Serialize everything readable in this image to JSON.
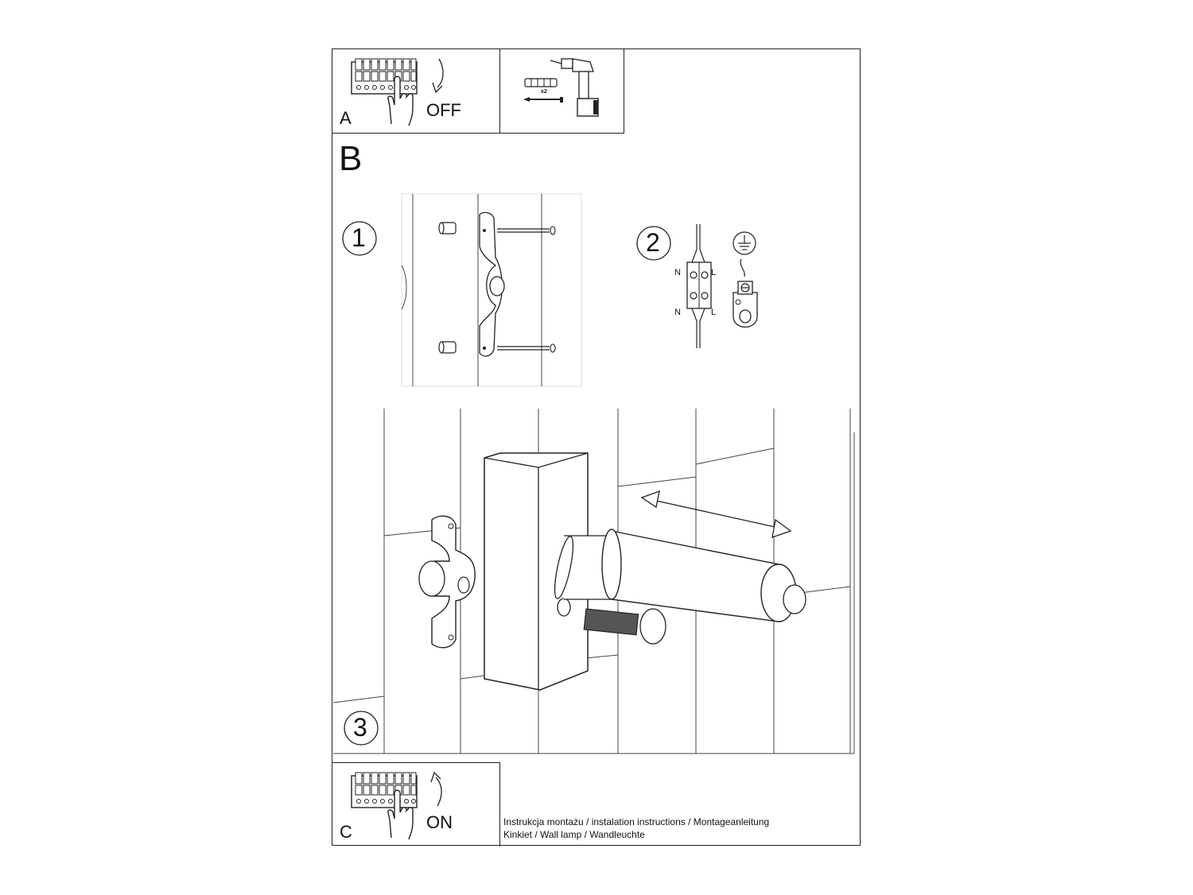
{
  "section_a": {
    "label": "A",
    "switch_state": "OFF",
    "count_label": "x2"
  },
  "section_b": {
    "label": "B",
    "step1": "1",
    "step2": "2",
    "step3": "3",
    "terminal_n_top": "N",
    "terminal_l_top": "L",
    "terminal_n_bottom": "N",
    "terminal_l_bottom": "L"
  },
  "section_c": {
    "label": "C",
    "switch_state": "ON"
  },
  "footer": {
    "line1": "Instrukcja montażu / instalation instructions / Montageanleitung",
    "line2": "Kinkiet / Wall lamp / Wandleuchte"
  },
  "icons": [
    "circuit-breaker-panel-icon",
    "hand-icon",
    "arrow-down-icon",
    "arrow-up-icon",
    "drill-icon",
    "wall-plug-icon",
    "screw-icon",
    "ground-symbol-icon"
  ]
}
